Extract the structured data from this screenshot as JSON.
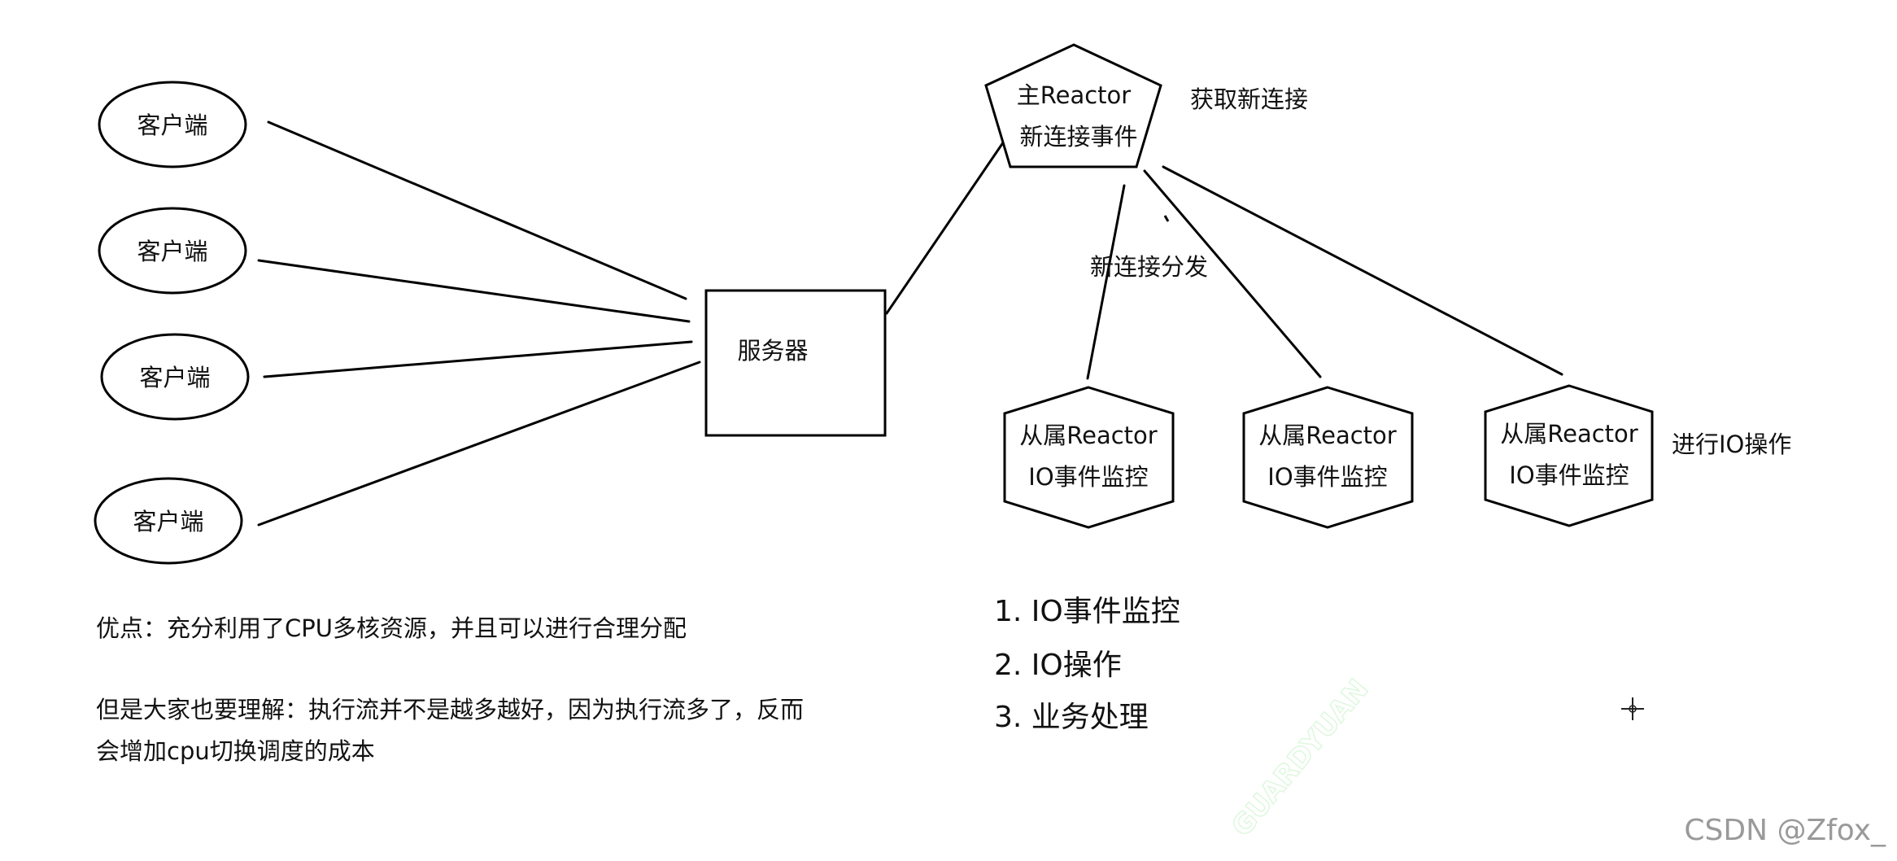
{
  "clients": [
    "客户端",
    "客户端",
    "客户端",
    "客户端"
  ],
  "server": "服务器",
  "main_reactor": {
    "line1": "主Reactor",
    "line2": "新连接事件"
  },
  "sub_reactors": [
    {
      "line1": "从属Reactor",
      "line2": "IO事件监控"
    },
    {
      "line1": "从属Reactor",
      "line2": "IO事件监控"
    },
    {
      "line1": "从属Reactor",
      "line2": "IO事件监控"
    }
  ],
  "annotations": {
    "get_new_connection": "获取新连接",
    "dispatch_new_connection": "新连接分发",
    "do_io": "进行IO操作"
  },
  "notes": {
    "advantage": "优点：充分利用了CPU多核资源，并且可以进行合理分配",
    "caveat_line1": "但是大家也要理解：执行流并不是越多越好，因为执行流多了，反而",
    "caveat_line2": "会增加cpu切换调度的成本"
  },
  "steps": [
    "1. IO事件监控",
    "2. IO操作",
    "3. 业务处理"
  ],
  "watermark": "CSDN @Zfox_",
  "faint_overlay": "GUARDYUAN",
  "cursor_icon": "crosshair-cursor-icon"
}
